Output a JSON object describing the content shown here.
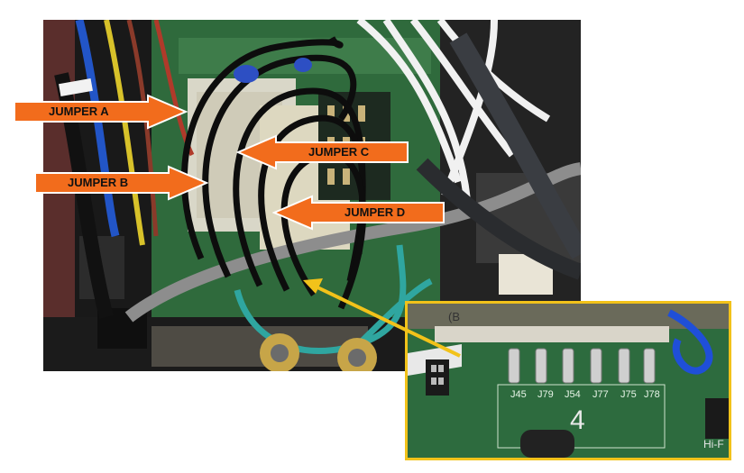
{
  "arrows": [
    {
      "label": "JUMPER A",
      "direction": "right"
    },
    {
      "label": "JUMPER B",
      "direction": "right"
    },
    {
      "label": "JUMPER C",
      "direction": "left"
    },
    {
      "label": "JUMPER D",
      "direction": "left"
    }
  ],
  "inset": {
    "jumper_labels": [
      "J45",
      "J79",
      "J54",
      "J77",
      "J75",
      "J78"
    ],
    "board_number": "4",
    "corner_text": "Hi-F",
    "top_text": "(B"
  },
  "colors": {
    "arrow_fill": "#f26c1c",
    "arrow_stroke": "#ffffff",
    "inset_border": "#f2c21a",
    "connector": "#f2c21a"
  }
}
